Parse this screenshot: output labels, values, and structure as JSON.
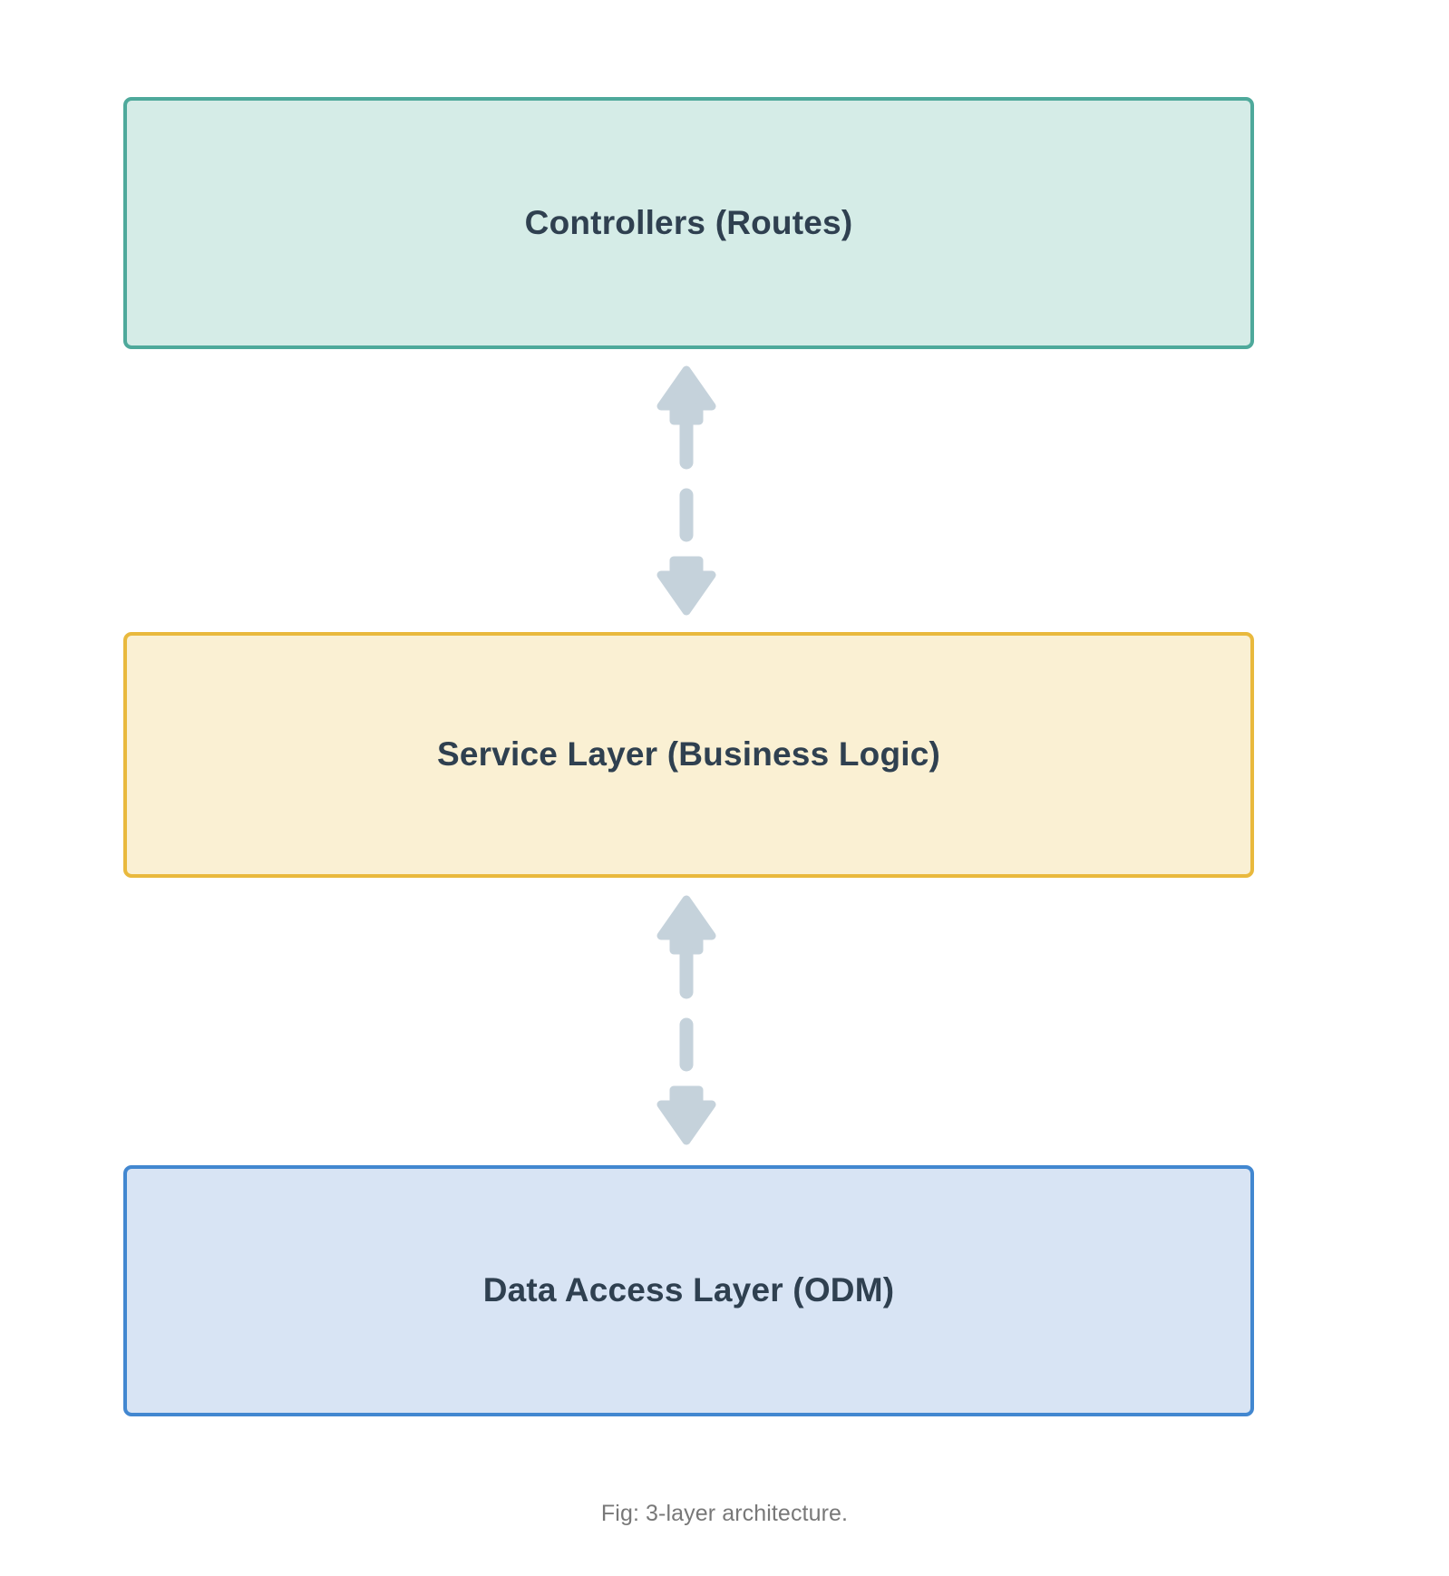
{
  "figure": {
    "caption": "Fig: 3-layer architecture.",
    "background": "#ffffff",
    "label_color": "#2f4050",
    "caption_color": "#787878",
    "connector_color": "#c5d2db"
  },
  "chart_data": {
    "type": "diagram",
    "title": "3-layer architecture",
    "orientation": "vertical",
    "layers": [
      {
        "id": "controllers",
        "label": "Controllers (Routes)",
        "order": 1,
        "fill": "#d5ece7",
        "border": "#4ea99b"
      },
      {
        "id": "service",
        "label": "Service Layer (Business Logic)",
        "order": 2,
        "fill": "#faf0d3",
        "border": "#e9b93d"
      },
      {
        "id": "data-access",
        "label": "Data Access Layer (ODM)",
        "order": 3,
        "fill": "#d8e4f4",
        "border": "#4287d0"
      }
    ],
    "connectors": [
      {
        "id": "controllers-service",
        "from": "controllers",
        "to": "service",
        "style": "dashed",
        "arrowheads": "both",
        "color": "#c5d2db"
      },
      {
        "id": "service-data-access",
        "from": "service",
        "to": "data-access",
        "style": "dashed",
        "arrowheads": "both",
        "color": "#c5d2db"
      }
    ]
  },
  "layer_boxes": {
    "controllers": {
      "label": "Controllers (Routes)"
    },
    "service": {
      "label": "Service Layer (Business Logic)"
    },
    "data_access": {
      "label": "Data Access Layer (ODM)"
    }
  }
}
